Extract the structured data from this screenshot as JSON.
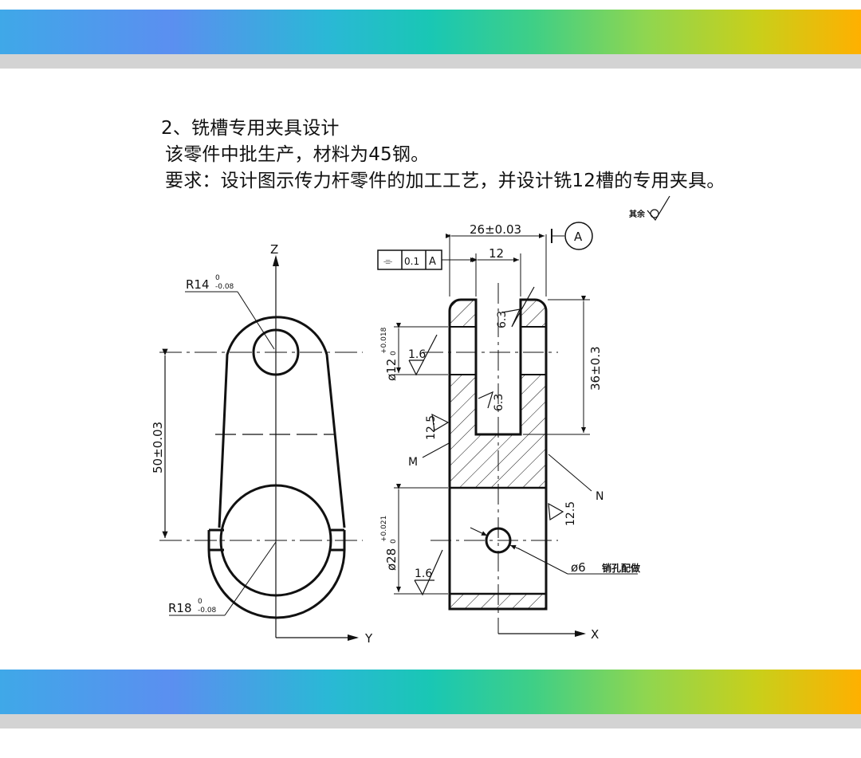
{
  "heading": {
    "title": "2、铣槽专用夹具设计",
    "line1": "该零件中批生产，材料为45钢。",
    "line2": "要求：设计图示传力杆零件的加工工艺，并设计铣12槽的专用夹具。"
  },
  "colors": {
    "gradient": [
      "#3fa8e8",
      "#5b8ff0",
      "#19c7b4",
      "#8fd650",
      "#ffb000"
    ],
    "gray_bar": "#d3d3d3"
  },
  "drawing": {
    "left_view": {
      "axis_z": "Z",
      "axis_y": "Y",
      "radius_top": "R14",
      "radius_top_tol": "0",
      "radius_top_tol2": "-0.08",
      "radius_bottom": "R18",
      "radius_bottom_tol": "0",
      "radius_bottom_tol2": "-0.08",
      "center_distance": "50±0.03"
    },
    "right_view": {
      "width": "26±0.03",
      "datum": "A",
      "slot_width": "12",
      "tol_symbol": "⌯",
      "tol_value": "0.1",
      "tol_datum": "A",
      "slot_depth": "36±0.3",
      "hole_diameter": "ø12",
      "hole_tol_upper": "+0.018",
      "hole_tol_lower": "0",
      "bore_diameter": "ø28",
      "bore_tol_upper": "+0.021",
      "bore_tol_lower": "0",
      "rough_1": "1.6",
      "rough_2": "6.3",
      "rough_3": "6.3",
      "rough_4": "12.5",
      "rough_5": "12.5",
      "rough_6": "1.6",
      "label_m": "M",
      "label_n": "N",
      "pin_hole": "ø6",
      "pin_note": "销孔配做",
      "axis_x": "X",
      "other_finish": "其余"
    }
  }
}
